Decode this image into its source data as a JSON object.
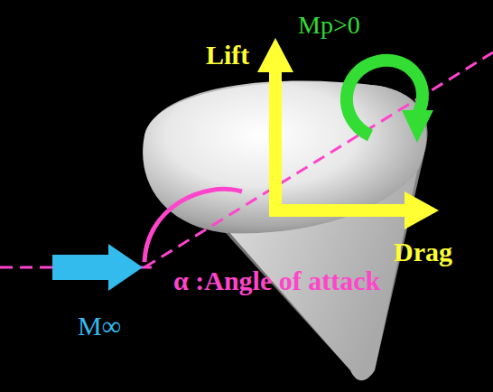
{
  "diagram": {
    "labels": [
      "Lift",
      "Mp>0",
      "Drag",
      "α :Angle of attack",
      "M∞"
    ]
  }
}
